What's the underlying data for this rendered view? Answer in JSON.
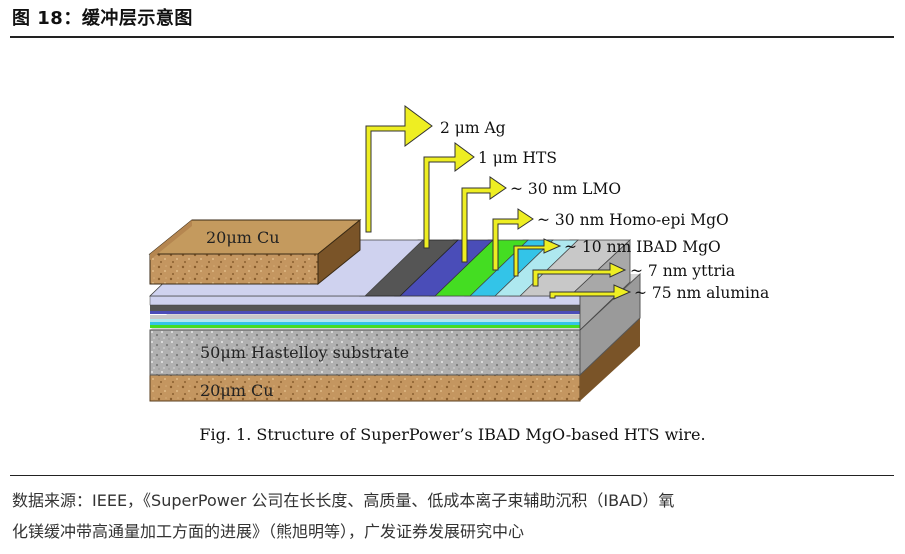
{
  "header": {
    "title": "图 18：缓冲层示意图"
  },
  "figure": {
    "labels": {
      "ag": "2 μm Ag",
      "hts": "1 μm HTS",
      "lmo": "~ 30 nm LMO",
      "homoepi": "~ 30 nm Homo-epi MgO",
      "ibad": "~ 10 nm IBAD MgO",
      "yttria": "~ 7 nm yttria",
      "alumina": "~ 75 nm alumina"
    },
    "top_cu": "20μm Cu",
    "substrate": "50μm Hastelloy substrate",
    "bottom_cu": "20μm Cu",
    "caption": "Fig. 1.   Structure of SuperPower’s IBAD MgO-based HTS wire."
  },
  "source": {
    "line1": "数据来源：IEEE，《SuperPower 公司在长长度、高质量、低成本离子束辅助沉积（IBAD）氧",
    "line2": "化镁缓冲带高通量加工方面的进展》（熊旭明等），广发证券发展研究中心"
  },
  "colors": {
    "cu": "#b8894a",
    "ag": "#cfd2ef",
    "hts": "#555555",
    "lmo": "#4a4db8",
    "homoepi": "#44dd22",
    "ibad": "#33c4e8",
    "yttria": "#aee8ef",
    "alumina": "#c8c8c8",
    "arrow": "#eeee22"
  }
}
